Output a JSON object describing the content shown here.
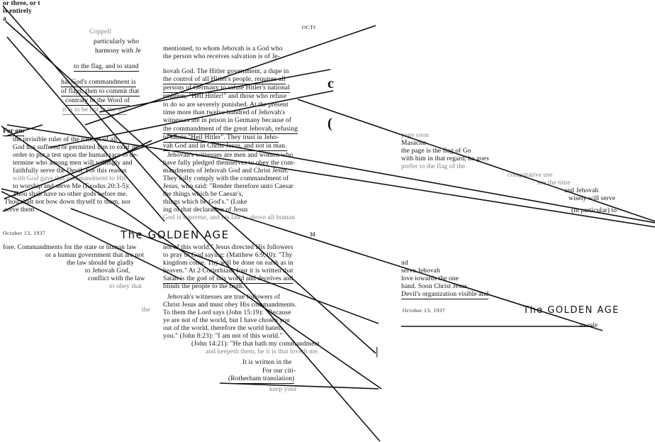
{
  "fragments": {
    "top_left": [
      "or three, or t",
      "is entirely",
      "a"
    ],
    "left_upper": [
      "Coppell",
      "particularly who",
      "harmony with Je",
      "to the flag, and to stand",
      "hat God's commandment is",
      "of flags, then to commit that",
      "contrary to the Word of",
      "it is to be not in the sco"
    ],
    "left_middle": [
      "For one to pay reverence to the flag",
      "the invisible ruler of the nations of all",
      "God has suffered or permitted him to exist in",
      "order to put a test upon the human race to de-",
      "termine who among men will willingly and",
      "faithfully serve the Devil. For this reason",
      "with God gave this commandment to His",
      "to worship and serve Me (Exodus 20:3-5):",
      "Thou shalt have no other gods before me.",
      "Thou shalt not bow down thyself to them, nor",
      "serve them"
    ],
    "left_footer": "October 13, 1937",
    "center_upper": [
      "mentioned, to whom Jehovah is a God who",
      "the person who receives salvation is of Je-",
      "hovah God. The Hitler government, a dupe in",
      "the control of all Hitler's people, requires all",
      "persons of Germany to salute Hitler's national",
      "emblem, \"Heil Hitler!\" and those who refuse",
      "to do so are severely punished. At the present",
      "time more than twelve hundred of Jehovah's",
      "witnesses are in prison in Germany because of",
      "the commandment of the great Jehovah, refusing",
      "to salute \"Heil Hitler\". They trust in Jeho-",
      "vah God and in Christ Jesus, and not in man.",
      "Jehovah's witnesses are men and women who",
      "have fully pledged themselves to obey the com-",
      "mandments of Jehovah God and Christ Jesus.",
      "They fully comply with the commandment of",
      "Jesus, who said: \"Render therefore unto Caesar",
      "the things which be Caesar's,",
      "things which be God's.\" (Luke",
      "ing of that declaration of Jesus",
      "God is supreme, and his law is above all human"
    ],
    "center_footer": {
      "title": "The GOLDEN AGE",
      "page": "31"
    },
    "lower_left": [
      "fore. Commandments for the state or human law",
      "or a human government that are not",
      "the law should be gladly",
      "to Jehovah God,",
      "conflict with the law",
      "to obey that",
      "the"
    ],
    "lower_center": [
      "not of this world.\" Jesus directed His followers",
      "to pray to God saying: (Matthew 6:9,10): \"Thy",
      "kingdom come. Thy will be done on earth as in",
      "heaven.\" At 2 Corinthians four it is written that",
      "Satan is the god of this world and deceives and",
      "blinds the people to the truth.",
      "Jehovah's witnesses are true followers of",
      "Christ Jesus and must obey His commandments.",
      "To them the Lord says (John 15:19): \"Because",
      "ye are not of the world, but I have chosen you",
      "out of the world, therefore the world hateth",
      "you.\" (John 8:23): \"I am not of this world.\"",
      "(John 14:21): \"He that hath my commandments,",
      "and keepeth them, he it is that loveth me.\"",
      "It is written in the",
      "For our citi-",
      "(Rotherham translation)",
      "keep your"
    ],
    "right_top_header": "OCTO",
    "right_block": [
      "page soon",
      "Masachu",
      "the page is the flag of Go",
      "with him in that regard, he goes",
      "prefer to the flag of the",
      "comparative use",
      "see the time",
      "and Jehovah",
      "wisely will serve",
      "(in particular) to"
    ],
    "right_lower": [
      "nd",
      "serve Jehovah",
      "love towards the one",
      "band. Soon Christ Jesus",
      "Devil's organization visible and"
    ],
    "right_footer": {
      "date": "October 13, 1937",
      "title": "The GOLDEN AGE",
      "tail": "to rule"
    }
  }
}
